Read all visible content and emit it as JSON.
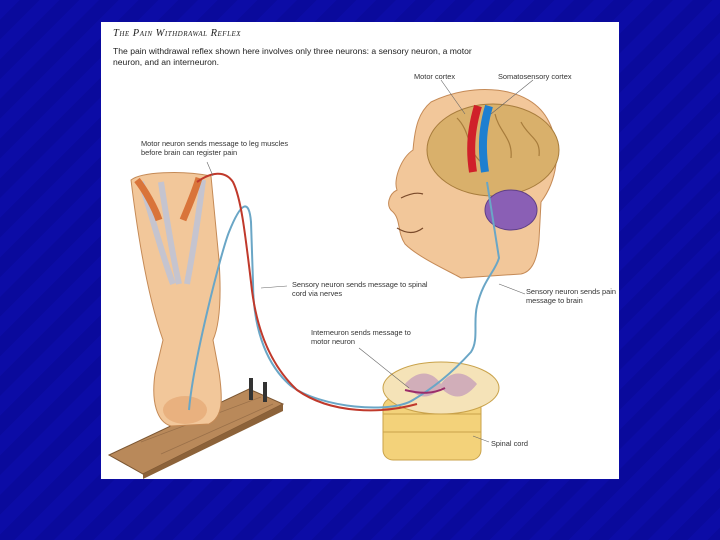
{
  "slide": {
    "background_color": "#0a0a9c"
  },
  "figure": {
    "title": "The Pain Withdrawal Reflex",
    "caption": "The pain withdrawal reflex shown here involves only three neurons: a sensory neuron, a motor neuron, and an interneuron.",
    "labels": {
      "motor_cortex": "Motor cortex",
      "somatosensory_cortex": "Somatosensory cortex",
      "motor_neuron": "Motor neuron sends message to leg muscles before brain can register pain",
      "sensory_to_spinal": "Sensory neuron sends message to spinal cord via nerves",
      "sensory_to_brain": "Sensory neuron sends pain message to brain",
      "interneuron": "Interneuron sends message to motor neuron",
      "spinal_cord": "Spinal cord"
    },
    "colors": {
      "sensory_neuron": "#6aa6c6",
      "motor_neuron": "#c0392b",
      "motor_cortex": "#d0202a",
      "somatosensory_cortex": "#1e7fd0",
      "cerebellum": "#8a5fb5",
      "skin": "#f2c79a",
      "spinal_cord": "#f3d27a"
    }
  }
}
